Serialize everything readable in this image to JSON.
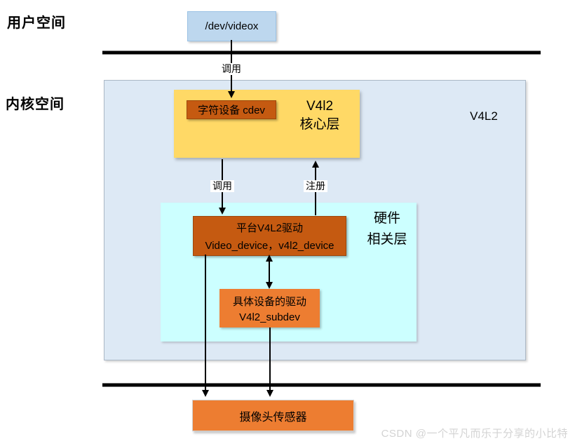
{
  "side_labels": {
    "user_space": "用户空间",
    "kernel_space": "内核空间"
  },
  "boxes": {
    "dev_videox": "/dev/videox",
    "cdev": "字符设备 cdev",
    "core_layer": {
      "line1": "V4l2",
      "line2": "核心层"
    },
    "outer_label": "V4L2",
    "platform_driver": {
      "line1": "平台V4L2驱动",
      "line2": "Video_device，v4l2_device"
    },
    "hw_layer": {
      "line1": "硬件",
      "line2": "相关层"
    },
    "subdev": {
      "line1": "具体设备的驱动",
      "line2": "V4l2_subdev"
    },
    "camera_sensor": "摄像头传感器"
  },
  "edge_labels": {
    "call_user": "调用",
    "call_kernel": "调用",
    "register": "注册"
  },
  "watermark": "CSDN @一个平凡而乐于分享的小比特",
  "colors": {
    "user_node_blue": "#BDD7EE",
    "kernel_area_blue": "#DDE9F5",
    "core_layer_yellow": "#FFD966",
    "hw_layer_cyan": "#CCFFFF",
    "dark_orange": "#C55A11",
    "orange": "#ED7D31",
    "line_black": "#000000",
    "watermark_gray": "#D3D3D3"
  }
}
